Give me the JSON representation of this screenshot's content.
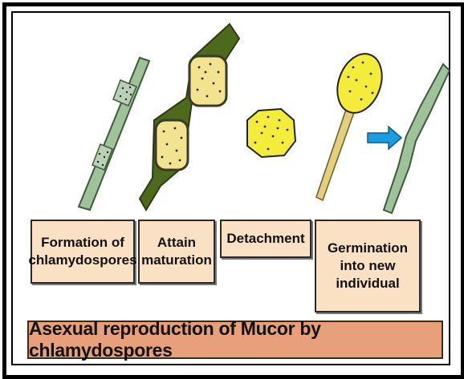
{
  "stages": [
    {
      "label": "Formation of\nchlamydospores"
    },
    {
      "label": "Attain\nmaturation"
    },
    {
      "label": "Detachment"
    },
    {
      "label": "Germination\ninto new\nindividual"
    }
  ],
  "caption": "Asexual reproduction of Mucor by chlamydospores",
  "icons": {
    "arrow": "right-arrow-icon"
  },
  "colors": {
    "hypha_light": "#9ec29a",
    "hypha_dark": "#4d6a1c",
    "spore_yellow": "#f2e24a",
    "spore_tan": "#e4cf7a",
    "arrow_blue": "#1d9be0",
    "label_fill": "#fbe1c4",
    "caption_fill": "#e8a07a"
  }
}
